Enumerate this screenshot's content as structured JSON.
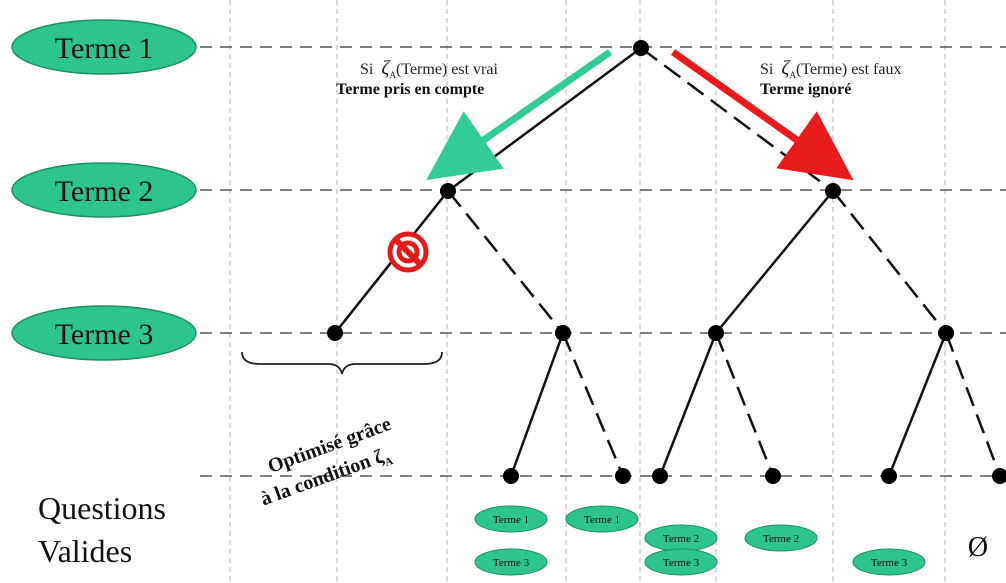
{
  "levels": [
    {
      "label": "Terme 1"
    },
    {
      "label": "Terme 2"
    },
    {
      "label": "Terme 3"
    }
  ],
  "questions_label_line1": "Questions",
  "questions_label_line2": "Valides",
  "left_annotation": {
    "prefix": "Si",
    "zeta": "ζ",
    "sub": "A",
    "suffix": "(Terme) est vrai",
    "bold": "Terme pris en compte",
    "arrow_color": "#33cc99"
  },
  "right_annotation": {
    "prefix": "Si",
    "zeta": "ζ",
    "sub": "A",
    "suffix": "(Terme) est faux",
    "bold": "Terme ignoré",
    "arrow_color": "#e81c1c"
  },
  "optimized_label_line1": "Optimisé grâce",
  "optimized_label_line2": "à la condition ζ",
  "optimized_label_sub": "A",
  "prohibited_icon": "no-entry-icon",
  "result_chips": [
    {
      "label": "Terme 1"
    },
    {
      "label": "Terme 1"
    },
    {
      "label": "Terme 2"
    },
    {
      "label": "Terme 2"
    },
    {
      "label": "Terme 3"
    },
    {
      "label": "Terme 3"
    },
    {
      "label": "Terme 3"
    }
  ],
  "empty_set_symbol": "Ø",
  "colors": {
    "ellipse_fill": "#2ec48d",
    "ellipse_stroke": "#1c8f63",
    "chip_fill": "#2ec48d",
    "prohibited_red": "#e01b1b"
  }
}
